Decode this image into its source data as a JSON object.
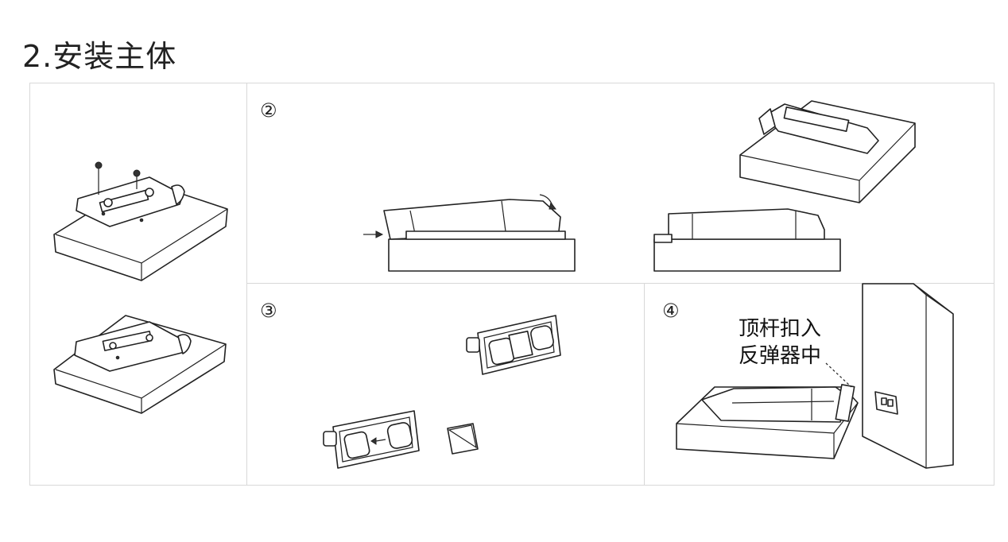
{
  "title": "2.安装主体",
  "steps": {
    "step2": "②",
    "step3": "③",
    "step4": "④"
  },
  "step4_caption": {
    "line1": "顶杆扣入",
    "line2": "反弹器中"
  }
}
